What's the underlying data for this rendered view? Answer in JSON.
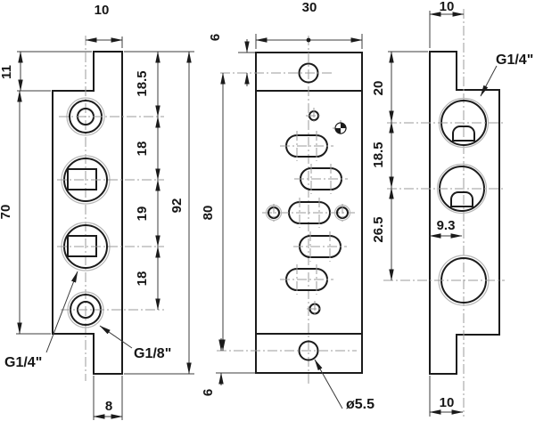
{
  "drawing": {
    "title": "manifold-three-view-drawing",
    "left": {
      "dims": {
        "top_width": "10",
        "tab_height": "11",
        "body_height": "70",
        "total_height": "92",
        "pitch1": "18.5",
        "pitch2": "18",
        "pitch3": "19",
        "pitch4": "18",
        "bottom_tab": "8"
      },
      "labels": {
        "port_g14": "G1/4\"",
        "port_g18": "G1/8\""
      }
    },
    "middle": {
      "dims": {
        "width": "30",
        "top_offset": "6",
        "height": "80",
        "bottom_offset": "6"
      },
      "labels": {
        "hole_dia": "ø5.5"
      }
    },
    "right": {
      "dims": {
        "top_width": "10",
        "pitch1": "20",
        "pitch2": "18.5",
        "pitch3": "26.5",
        "port_offset": "9.3",
        "bottom_tab": "10"
      },
      "labels": {
        "port_g14": "G1/4\""
      }
    },
    "colors": {
      "edge": "#1b1b1b",
      "thin": "#3c3c3c",
      "centerline": "#9b9b9b",
      "background": "#ffffff"
    }
  }
}
